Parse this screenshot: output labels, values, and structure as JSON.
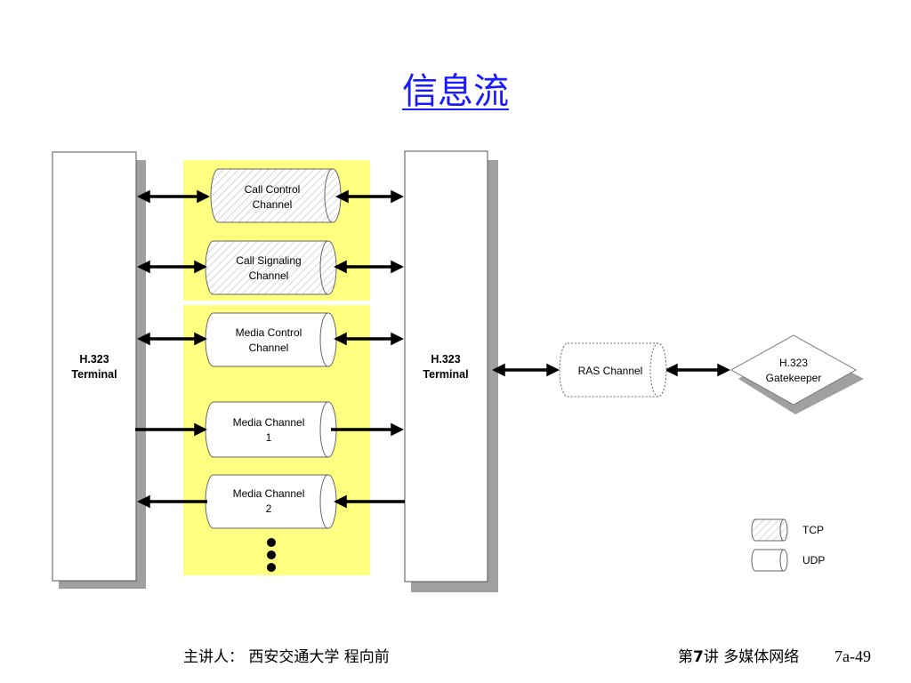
{
  "title": "信息流",
  "left_terminal": {
    "line1": "H.323",
    "line2": "Terminal"
  },
  "right_terminal": {
    "line1": "H.323",
    "line2": "Terminal"
  },
  "channels": [
    {
      "line1": "Call Control",
      "line2": "Channel",
      "protocol": "TCP",
      "direction": "both"
    },
    {
      "line1": "Call Signaling",
      "line2": "Channel",
      "protocol": "TCP",
      "direction": "both"
    },
    {
      "line1": "Media Control",
      "line2": "Channel",
      "protocol": "UDP",
      "direction": "both"
    },
    {
      "line1": "Media Channel",
      "line2": "1",
      "protocol": "UDP",
      "direction": "right"
    },
    {
      "line1": "Media Channel",
      "line2": "2",
      "protocol": "UDP",
      "direction": "left"
    }
  ],
  "ras_channel": {
    "label": "RAS Channel"
  },
  "gatekeeper": {
    "line1": "H.323",
    "line2": "Gatekeeper"
  },
  "legend": {
    "tcp": "TCP",
    "udp": "UDP"
  },
  "colors": {
    "highlight": "#ffff80",
    "title": "#1a1aff",
    "shadow": "#a0a0a0",
    "hatch": "#bbbbbb"
  },
  "footer": {
    "left": "主讲人： 西安交通大学  程向前",
    "mid_prefix": "第",
    "mid_number": "7",
    "mid_suffix": "讲 多媒体网络",
    "page": "7a-49"
  }
}
